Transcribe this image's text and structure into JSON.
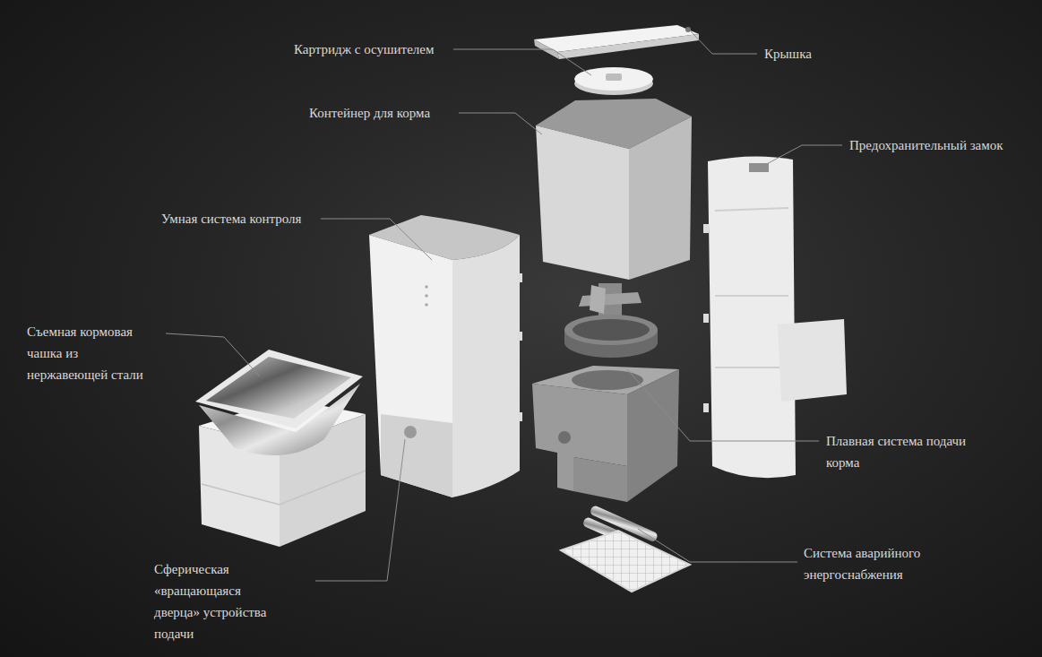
{
  "diagram": {
    "labels": [
      "Картридж с осушителем",
      "Крышка",
      "Контейнер для корма",
      "Предохранительный замок",
      "Умная система контроля",
      "Съемная кормовая чашка из нержавеющей стали",
      "Плавная система подачи корма",
      "Система аварийного энергоснабжения",
      "Сферическая «вращающаяся дверца» устройства подачи"
    ]
  }
}
